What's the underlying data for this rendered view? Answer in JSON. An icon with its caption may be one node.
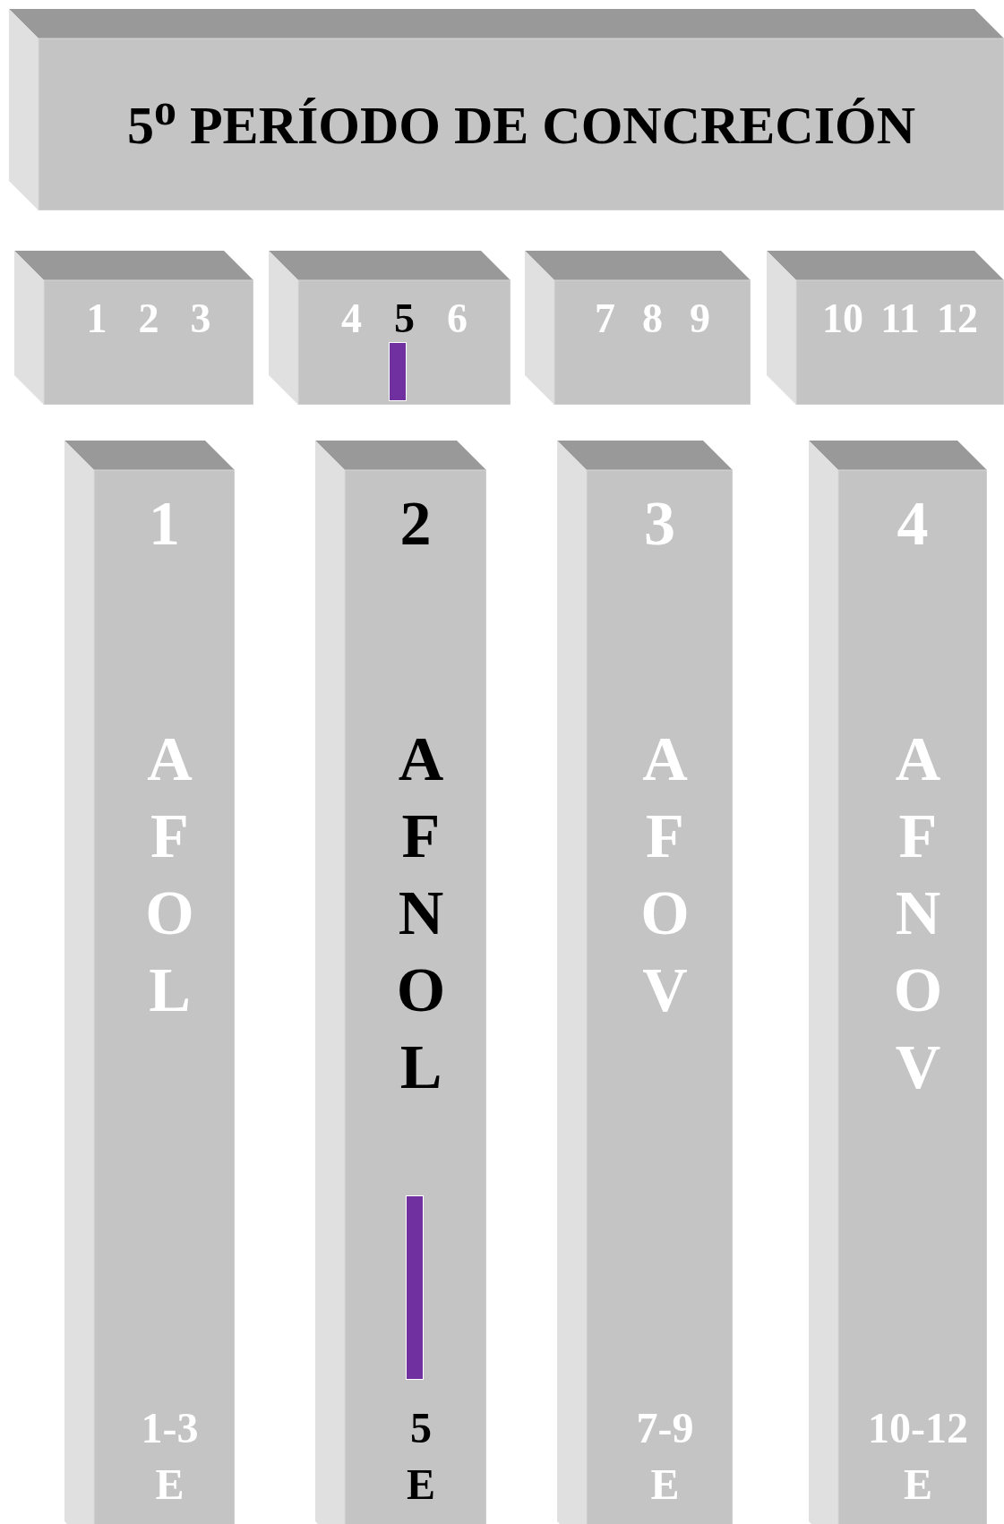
{
  "diagram": {
    "nodes": [
      {
        "text": [
          "5$^{o}$ PERÍODO DE CONCRECIÓN"
        ]
      },
      {
        "text": [
          "1",
          "2",
          "3"
        ]
      },
      {
        "text": [
          "4",
          "5",
          "6"
        ]
      },
      {
        "text": [],
        "shape": "bar",
        "in": 2
      },
      {
        "text": [
          "7",
          "8",
          "9"
        ]
      },
      {
        "text": [
          "10",
          "11",
          "12"
        ]
      },
      {
        "text": [
          "1",
          "A F O L",
          "1-3",
          "E"
        ]
      },
      {
        "text": [
          "2",
          "A F N O L",
          "5",
          "E"
        ]
      },
      {
        "text": [],
        "shape": "bar",
        "in": 7
      },
      {
        "text": [
          "3",
          "A F O V",
          "7-9",
          "E"
        ]
      },
      {
        "text": [
          "4",
          "A F N O V",
          "10-12",
          "E"
        ]
      }
    ]
  }
}
